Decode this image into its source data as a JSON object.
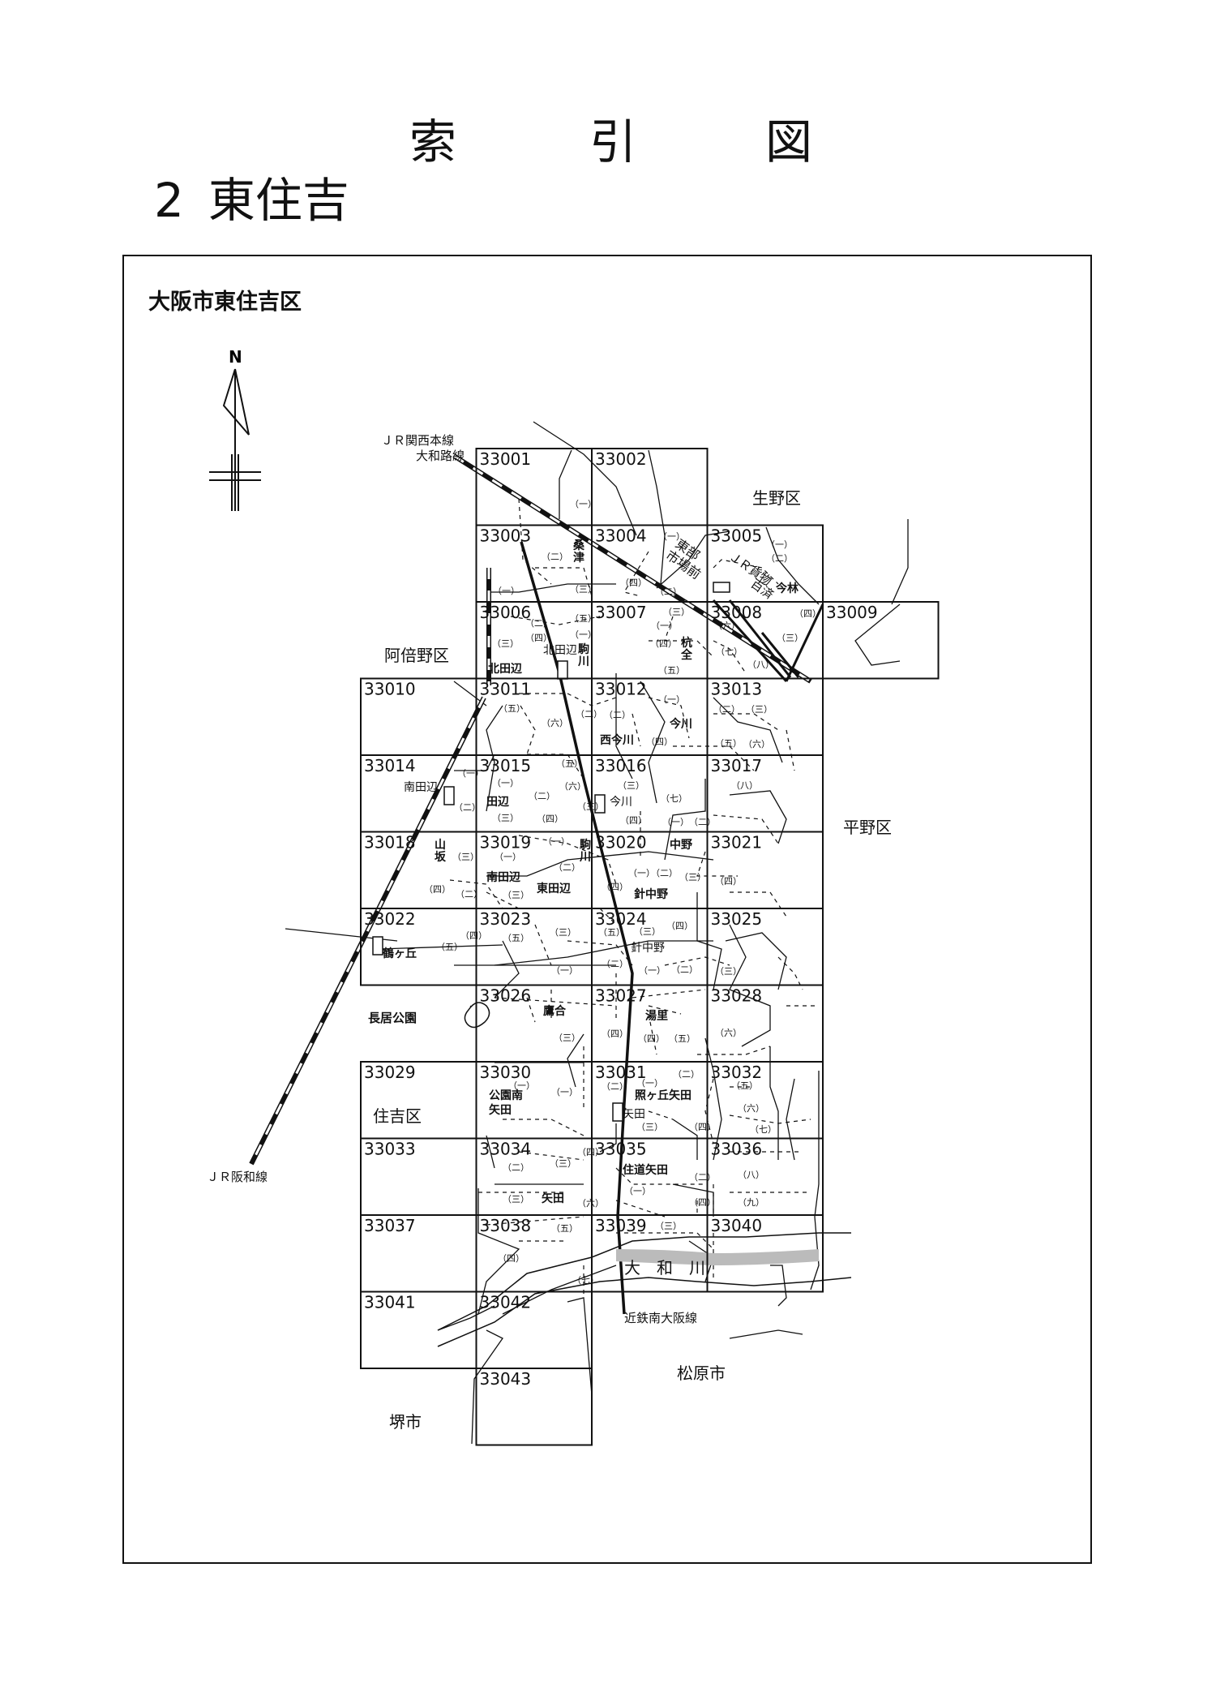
{
  "header": {
    "title_chars": [
      "索",
      "引",
      "図"
    ],
    "section_number": "2",
    "section_name": "東住吉"
  },
  "map": {
    "city_label": "大阪市東住吉区",
    "north_label": "N",
    "tiles": [
      "33001",
      "33002",
      "33003",
      "33004",
      "33005",
      "33006",
      "33007",
      "33008",
      "33009",
      "33010",
      "33011",
      "33012",
      "33013",
      "33014",
      "33015",
      "33016",
      "33017",
      "33018",
      "33019",
      "33020",
      "33021",
      "33022",
      "33023",
      "33024",
      "33025",
      "33026",
      "33027",
      "33028",
      "33029",
      "33030",
      "33031",
      "33032",
      "33033",
      "33034",
      "33035",
      "33036",
      "33037",
      "33038",
      "33039",
      "33040",
      "33041",
      "33042",
      "33043"
    ],
    "region_labels": {
      "ikuno": "生野区",
      "abeno": "阿倍野区",
      "hirano": "平野区",
      "sumiyoshi": "住吉区",
      "matsubara": "松原市",
      "sakai": "堺市"
    },
    "rail_labels": {
      "jr_kansai_1": "ＪＲ関西本線",
      "jr_kansai_2": "大和路線",
      "jr_hanwa": "ＪＲ阪和線",
      "kintetsu": "近鉄南大阪線",
      "jr_freight_1": "ＪＲ貨物",
      "jr_freight_2": "百済"
    },
    "feature_labels": {
      "market_1": "東部",
      "market_2": "市場前",
      "nagai_park": "長居公園",
      "yamato_river": "大　和　川"
    },
    "town_labels": {
      "kuwazu": "桑\n津",
      "imabayashi": "今林",
      "kitatanabe": "北田辺",
      "kitatanabe_station": "北田辺",
      "komagawa_1": "駒\n川",
      "kutsukake": "杭\n全",
      "nishiimagawa": "西今川",
      "imagawa_1": "今川",
      "imagawa_station": "今川",
      "minamitanabe_station": "南田辺",
      "tanabe": "田辺",
      "yamasaka": "山\n坂",
      "minamitanabe": "南田辺",
      "higashitanabe": "東田辺",
      "komagawa_2": "駒\n川",
      "nakano": "中野",
      "harinakano_1": "針中野",
      "harinakano_station": "針中野",
      "tsurugaoka": "鶴ヶ丘",
      "takaai": "鷹合",
      "yuzato": "湯里",
      "kouenminami_1": "公園南",
      "kouenminami_2": "矢田",
      "terugaoka": "照ヶ丘矢田",
      "yata_station": "矢田",
      "sumimichi": "住道矢田",
      "yata": "矢田"
    },
    "chome_marks": {
      "t33001_1": "（一）",
      "t33003_2": "（二）",
      "t33003_3": "（三）",
      "t33003_1": "（一）",
      "t33004_1": "（一）",
      "t33004_4": "（四）",
      "t33004_2": "（二）",
      "t33005_1": "（一）",
      "t33005_2": "（二）",
      "t33006_3": "（三）",
      "t33006_2": "（二）",
      "t33006_4": "（四）",
      "t33006_5": "（五）",
      "t33006_1": "（一）",
      "t33007_3": "（三）",
      "t33007_4": "（四）",
      "t33007_1": "（一）",
      "t33007_5": "（五）",
      "t33008_6": "（六）",
      "t33008_7": "（七）",
      "t33008_8": "（八）",
      "t33008_4": "（四）",
      "t33008_3": "（三）",
      "t33011_5": "（五）",
      "t33011_6": "（六）",
      "t33011_2": "（二）",
      "t33012_1": "（一）",
      "t33012_2": "（二）",
      "t33012_4": "（四）",
      "t33013_2": "（二）",
      "t33013_3": "（三）",
      "t33013_5": "（五）",
      "t33013_6": "（六）",
      "t33014_1": "（一）",
      "t33014_2": "（二）",
      "t33015_1": "（一）",
      "t33015_5": "（五）",
      "t33015_6": "（六）",
      "t33015_2": "（二）",
      "t33015_3": "（三）",
      "t33015_4": "（四）",
      "t33015_3b": "（三）",
      "t33016_3": "（三）",
      "t33016_7": "（七）",
      "t33016_4": "（四）",
      "t33016_1": "（一）",
      "t33016_2": "（二）",
      "t33017_8": "（八）",
      "t33018_3": "（三）",
      "t33018_4": "（四）",
      "t33018_2": "（二）",
      "t33019_1": "（一）",
      "t33019_1b": "（一）",
      "t33019_2": "（二）",
      "t33019_3": "（三）",
      "t33020_1": "（一）",
      "t33020_2": "（二）",
      "t33020_3": "（三）",
      "t33020_4": "（四）",
      "t33021_4": "（四）",
      "t33022_4": "（四）",
      "t33022_5": "（五）",
      "t33023_5": "（五）",
      "t33023_3": "（三）",
      "t33023_1": "（一）",
      "t33024_5": "（五）",
      "t33024_3": "（三）",
      "t33024_4": "（四）",
      "t33024_2": "（二）",
      "t33024_1": "（一）",
      "t33024_2b": "（二）",
      "t33025_3": "（三）",
      "t33026_3": "（三）",
      "t33027_4": "（四）",
      "t33027_4b": "（四）",
      "t33027_5": "（五）",
      "t33028_6": "（六）",
      "t33030_1": "（一）",
      "t33030_1b": "（一）",
      "t33031_1": "（一）",
      "t33031_2": "（二）",
      "t33031_2b": "（二）",
      "t33031_3": "（三）",
      "t33031_4": "（四）",
      "t33032_5": "（五）",
      "t33032_6": "（六）",
      "t33032_7": "（七）",
      "t33034_4": "（四）",
      "t33034_2": "（二）",
      "t33034_3": "（三）",
      "t33034_3b": "（三）",
      "t33034_6": "（六）",
      "t33035_2": "（二）",
      "t33035_1": "（一）",
      "t33035_4": "（四）",
      "t33036_8": "（八）",
      "t33036_9": "（九）",
      "t33038_5": "（五）",
      "t33038_4": "（四）",
      "t33038_7": "（七）",
      "t33039_3": "（三）"
    }
  }
}
